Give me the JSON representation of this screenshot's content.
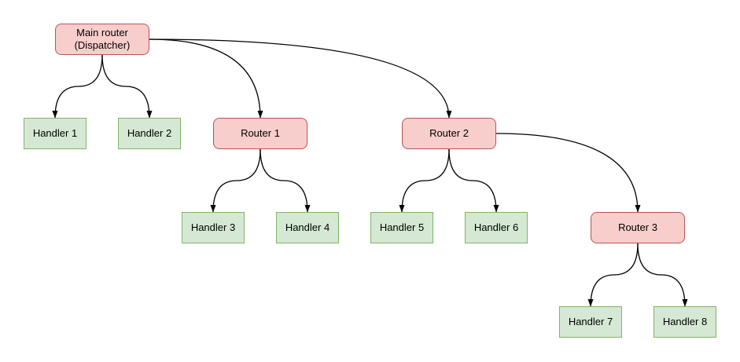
{
  "diagram": {
    "nodes": [
      {
        "id": "main-router",
        "type": "router",
        "lines": [
          "Main router",
          "(Dispatcher)"
        ]
      },
      {
        "id": "handler-1",
        "type": "handler",
        "lines": [
          "Handler 1"
        ]
      },
      {
        "id": "handler-2",
        "type": "handler",
        "lines": [
          "Handler 2"
        ]
      },
      {
        "id": "router-1",
        "type": "router",
        "lines": [
          "Router 1"
        ]
      },
      {
        "id": "router-2",
        "type": "router",
        "lines": [
          "Router 2"
        ]
      },
      {
        "id": "handler-3",
        "type": "handler",
        "lines": [
          "Handler 3"
        ]
      },
      {
        "id": "handler-4",
        "type": "handler",
        "lines": [
          "Handler 4"
        ]
      },
      {
        "id": "handler-5",
        "type": "handler",
        "lines": [
          "Handler 5"
        ]
      },
      {
        "id": "handler-6",
        "type": "handler",
        "lines": [
          "Handler 6"
        ]
      },
      {
        "id": "router-3",
        "type": "router",
        "lines": [
          "Router 3"
        ]
      },
      {
        "id": "handler-7",
        "type": "handler",
        "lines": [
          "Handler 7"
        ]
      },
      {
        "id": "handler-8",
        "type": "handler",
        "lines": [
          "Handler 8"
        ]
      }
    ],
    "edges": [
      {
        "from": "main-router",
        "to": "handler-1"
      },
      {
        "from": "main-router",
        "to": "handler-2"
      },
      {
        "from": "main-router",
        "to": "router-1"
      },
      {
        "from": "main-router",
        "to": "router-2"
      },
      {
        "from": "router-1",
        "to": "handler-3"
      },
      {
        "from": "router-1",
        "to": "handler-4"
      },
      {
        "from": "router-2",
        "to": "handler-5"
      },
      {
        "from": "router-2",
        "to": "handler-6"
      },
      {
        "from": "router-2",
        "to": "router-3"
      },
      {
        "from": "router-3",
        "to": "handler-7"
      },
      {
        "from": "router-3",
        "to": "handler-8"
      }
    ],
    "colors": {
      "background": "#ffffff",
      "router_fill": "#f8cecc",
      "router_stroke": "#b85450",
      "handler_fill": "#d5e8d4",
      "handler_stroke": "#82b366",
      "edge_stroke": "#000000",
      "text": "#000000"
    }
  }
}
